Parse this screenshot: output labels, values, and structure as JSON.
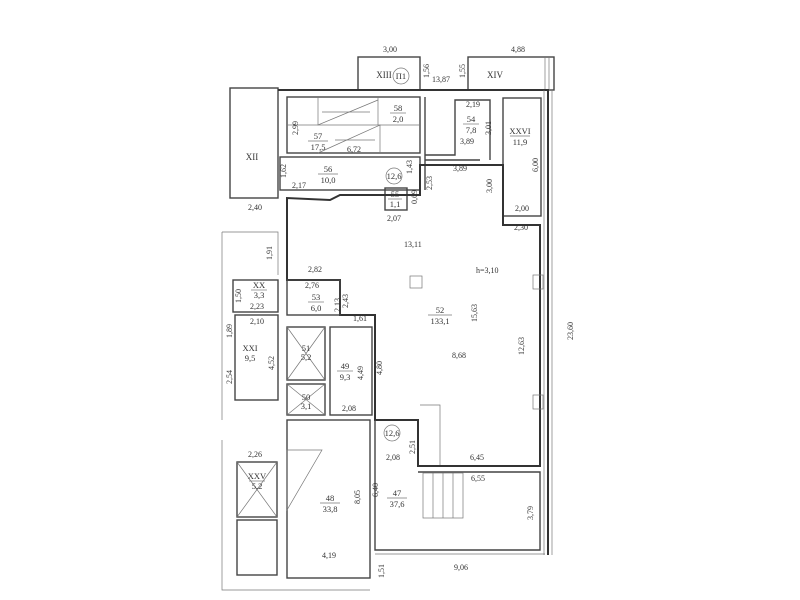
{
  "title": "Floor plan",
  "rooms": {
    "r58": {
      "num": "58",
      "area": "2,0"
    },
    "r57": {
      "num": "57",
      "area": "17,5"
    },
    "r56": {
      "num": "56",
      "area": "10,0"
    },
    "r55": {
      "num": "55",
      "area": "1,1"
    },
    "r54": {
      "num": "54",
      "area": "7,8"
    },
    "r53": {
      "num": "53",
      "area": "6,0"
    },
    "r52": {
      "num": "52",
      "area": "133,1"
    },
    "r51": {
      "num": "51",
      "area": "5,2"
    },
    "r50": {
      "num": "50",
      "area": "3,1"
    },
    "r49": {
      "num": "49",
      "area": "9,3"
    },
    "r48": {
      "num": "48",
      "area": "33,8"
    },
    "r47": {
      "num": "47",
      "area": "37,6"
    },
    "rXX": {
      "num": "XX",
      "area": "3,3"
    },
    "rXXI": {
      "num": "XXI",
      "area": "9,5"
    },
    "rXXV": {
      "num": "XXV",
      "area": "5,2"
    },
    "rXXVI": {
      "num": "XXVI",
      "area": "11,9"
    },
    "rXII": {
      "name": "XII"
    },
    "rXIII": {
      "name": "XIII"
    },
    "rXIV": {
      "name": "XIV"
    }
  },
  "markers": {
    "p1": "П1",
    "h1": "12,6",
    "h2": "12,6"
  },
  "height_note": "h=3,10",
  "dims": [
    "3,00",
    "4,88",
    "1,56",
    "13,87",
    "1,55",
    "2,19",
    "2,99",
    "6,72",
    "3,01",
    "3,89",
    "1,62",
    "2,17",
    "1,43",
    "2,53",
    "3,89",
    "3,00",
    "6,00",
    "0,69",
    "2,07",
    "2,40",
    "2,00",
    "2,30",
    "13,11",
    "1,91",
    "2,82",
    "2,76",
    "2,13",
    "2,43",
    "1,50",
    "2,23",
    "1,61",
    "2,10",
    "15,63",
    "1,89",
    "4,52",
    "23,60",
    "8,68",
    "12,63",
    "4,49",
    "4,80",
    "2,54",
    "2,08",
    "2,51",
    "2,26",
    "2,08",
    "6,45",
    "6,55",
    "6,40",
    "8,05",
    "3,79",
    "4,19",
    "1,51",
    "9,06"
  ]
}
